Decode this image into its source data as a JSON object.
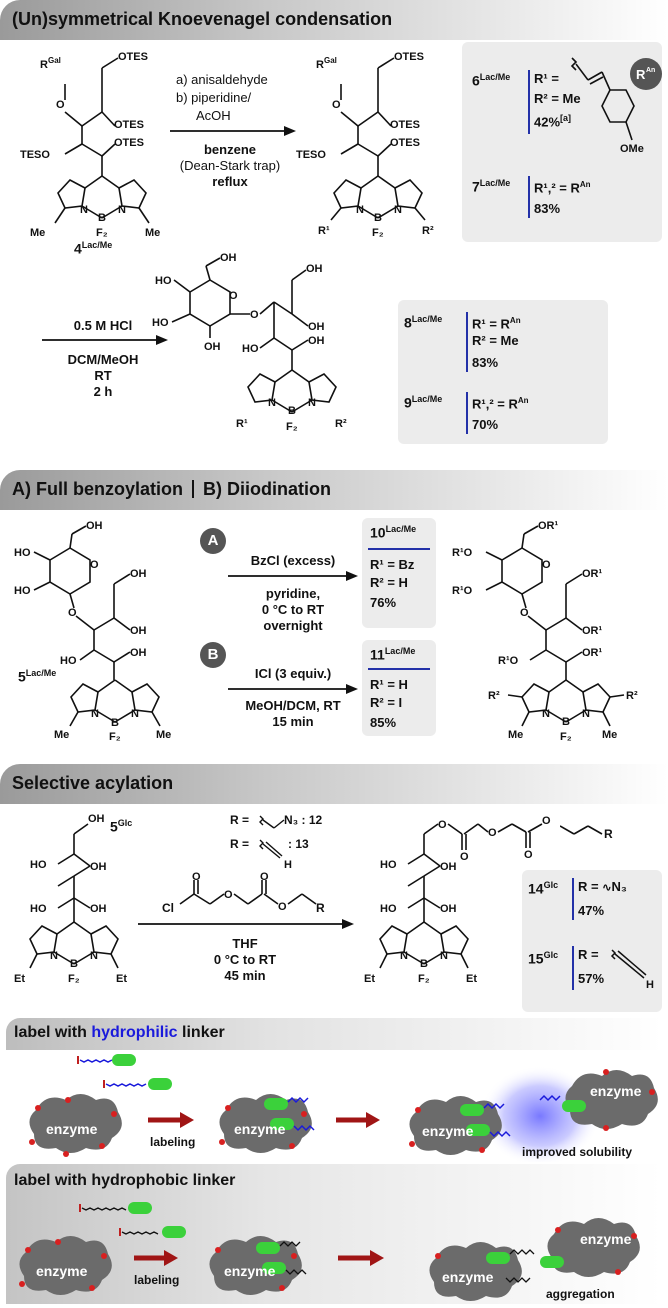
{
  "sec1": {
    "title": "(Un)symmetrical Knoevenagel condensation"
  },
  "r1": {
    "a": "a) anisaldehyde",
    "b1": "b) piperidine/",
    "b2": "AcOH",
    "c1": "benzene",
    "c2": "(Dean-Stark trap)",
    "c3": "reflux"
  },
  "sm1": {
    "label": "4",
    "sup": "Lac/Me",
    "tes": "TES",
    "otes1": "OTES",
    "otes2": "OTES",
    "otes3": "OTES",
    "rgal": "R",
    "gal": "Gal",
    "me": "Me",
    "f2": "F₂",
    "b": "B",
    "n": "N"
  },
  "p6": {
    "label": "6",
    "sup": "Lac/Me",
    "r1": "R¹ =",
    "r2": "R² = Me",
    "yield": "42%",
    "note": "[a]",
    "ran": "R",
    "an": "An",
    "ome": "OMe"
  },
  "p7": {
    "label": "7",
    "sup": "Lac/Me",
    "r": "R¹,² = R",
    "an": "An",
    "yield": "83%"
  },
  "r2": {
    "a": "0.5 M HCl",
    "b": "DCM/MeOH",
    "c": "RT",
    "d": "2 h"
  },
  "p8": {
    "label": "8",
    "sup": "Lac/Me",
    "r1": "R¹ = R",
    "an": "An",
    "r2": "R² = Me",
    "yield": "83%"
  },
  "p9": {
    "label": "9",
    "sup": "Lac/Me",
    "r": "R¹,² = R",
    "an": "An",
    "yield": "70%"
  },
  "sec2": {
    "title": "A) Full benzoylation",
    "title2": "B) Diiodination"
  },
  "sm2": {
    "label": "5",
    "sup": "Lac/Me"
  },
  "rA": {
    "badge": "A",
    "a": "BzCl (excess)",
    "b": "pyridine,",
    "c": "0 °C to RT",
    "d": "overnight"
  },
  "rB": {
    "badge": "B",
    "a": "ICl (3 equiv.)",
    "b": "MeOH/DCM, RT",
    "c": "15 min"
  },
  "p10": {
    "label": "10",
    "sup": "Lac/Me",
    "r1": "R¹ = Bz",
    "r2": "R² = H",
    "yield": "76%"
  },
  "p11": {
    "label": "11",
    "sup": "Lac/Me",
    "r1": "R¹ = H",
    "r2": "R² = I",
    "yield": "85%"
  },
  "sec3": {
    "title": "Selective acylation"
  },
  "sm3": {
    "label": "5",
    "sup": "Glc",
    "et": "Et"
  },
  "rR": {
    "l1": "R =",
    "l1b": "N₃ : 12",
    "l2": "R =",
    "l2b": ": 13",
    "h": "H",
    "cl": "Cl",
    "r": "R"
  },
  "r3": {
    "a": "THF",
    "b": "0 °C to RT",
    "c": "45 min"
  },
  "p14": {
    "label": "14",
    "sup": "Glc",
    "r": "R =",
    "n3": "N₃",
    "yield": "47%"
  },
  "p15": {
    "label": "15",
    "sup": "Glc",
    "r": "R =",
    "h": "H",
    "yield": "57%"
  },
  "lab1": {
    "pre": "label with ",
    "hl": "hydrophilic",
    "post": " linker",
    "enzyme": "enzyme",
    "labeling": "labeling",
    "result": "improved solubility"
  },
  "lab2": {
    "title": "label with hydrophobic linker",
    "enzyme": "enzyme",
    "labeling": "labeling",
    "result": "aggregation"
  },
  "colors": {
    "accent": "#2331a8",
    "hydrophilic": "#1a1adb",
    "green": "#3bd13b",
    "enzyme": "#6b6b6b",
    "arrow": "#a01515",
    "panel": "#ececec"
  }
}
